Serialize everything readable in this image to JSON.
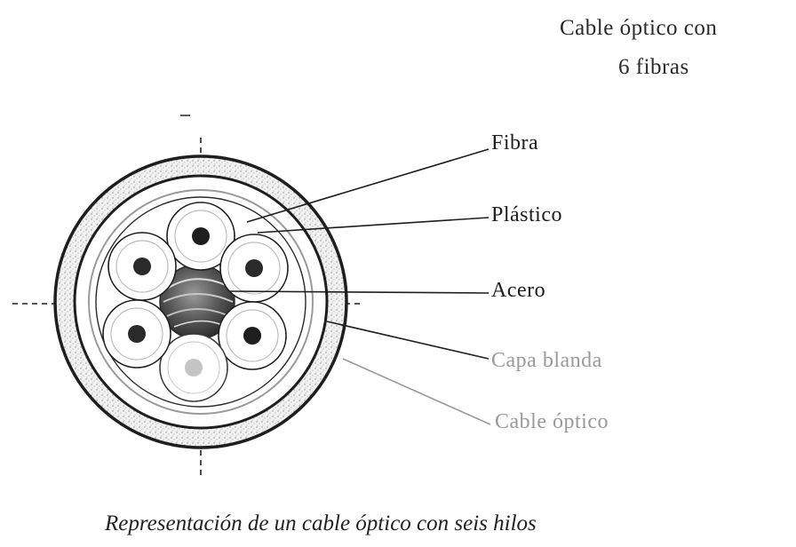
{
  "title": {
    "line1": "Cable óptico con",
    "line2": "6 fibras"
  },
  "labels": {
    "fibra": "Fibra",
    "plastico": "Plástico",
    "acero": "Acero",
    "capa_blanda": "Capa blanda",
    "cable_optico": "Cable óptico"
  },
  "caption": "Representación  de un cable óptico con seis hilos",
  "colors": {
    "ink": "#1e1e1e",
    "ink_light": "#9a9a9a",
    "steel": "#6f6f6f",
    "speckle": "#c8c8c8",
    "light_fiber": "#c4c4c4"
  }
}
